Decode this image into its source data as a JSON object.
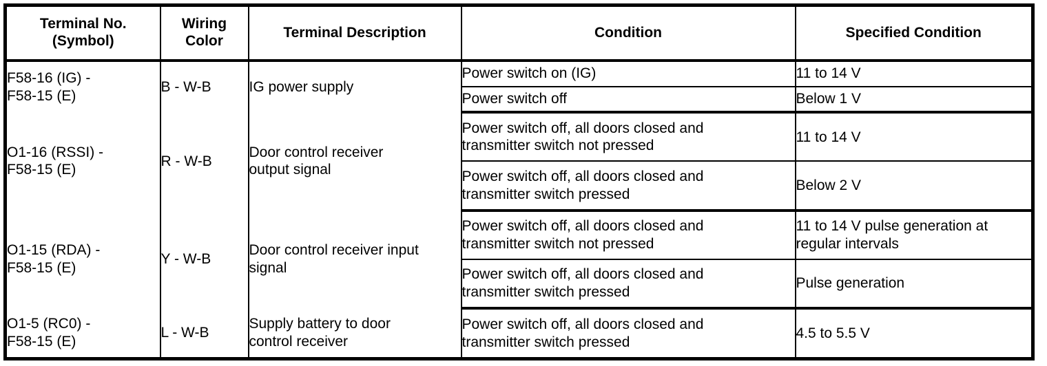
{
  "table": {
    "headers": [
      {
        "id": "terminal-no",
        "line1": "Terminal No.",
        "line2": "(Symbol)"
      },
      {
        "id": "wiring-color",
        "line1": "Wiring",
        "line2": "Color"
      },
      {
        "id": "terminal-description",
        "line1": "Terminal Description",
        "line2": ""
      },
      {
        "id": "condition",
        "line1": "Condition",
        "line2": ""
      },
      {
        "id": "specified-condition",
        "line1": "Specified Condition",
        "line2": ""
      }
    ],
    "groups": [
      {
        "terminal_line1": "F58-16 (IG) -",
        "terminal_line2": "F58-15 (E)",
        "wiring_color": "B - W-B",
        "description_line1": "IG power supply",
        "description_line2": "",
        "rows": [
          {
            "condition_line1": "Power switch on (IG)",
            "condition_line2": "",
            "specified_line1": "11 to 14 V",
            "specified_line2": ""
          },
          {
            "condition_line1": "Power switch off",
            "condition_line2": "",
            "specified_line1": "Below 1 V",
            "specified_line2": ""
          }
        ]
      },
      {
        "terminal_line1": "O1-16 (RSSI) -",
        "terminal_line2": "F58-15 (E)",
        "wiring_color": "R - W-B",
        "description_line1": "Door control receiver",
        "description_line2": "output signal",
        "rows": [
          {
            "condition_line1": "Power switch off, all doors closed and",
            "condition_line2": "transmitter switch not pressed",
            "specified_line1": "11 to 14 V",
            "specified_line2": ""
          },
          {
            "condition_line1": "Power switch off, all doors closed and",
            "condition_line2": "transmitter switch pressed",
            "specified_line1": "Below 2 V",
            "specified_line2": ""
          }
        ]
      },
      {
        "terminal_line1": "O1-15 (RDA) -",
        "terminal_line2": "F58-15 (E)",
        "wiring_color": "Y - W-B",
        "description_line1": "Door control receiver input",
        "description_line2": "signal",
        "rows": [
          {
            "condition_line1": "Power switch off, all doors closed and",
            "condition_line2": "transmitter switch not pressed",
            "specified_line1": "11 to 14 V pulse generation at",
            "specified_line2": "regular intervals"
          },
          {
            "condition_line1": "Power switch off, all doors closed and",
            "condition_line2": "transmitter switch pressed",
            "specified_line1": "Pulse generation",
            "specified_line2": ""
          }
        ]
      },
      {
        "terminal_line1": "O1-5 (RC0) -",
        "terminal_line2": "F58-15 (E)",
        "wiring_color": "L - W-B",
        "description_line1": "Supply battery to door",
        "description_line2": "control receiver",
        "rows": [
          {
            "condition_line1": "Power switch off, all doors closed and",
            "condition_line2": "transmitter switch pressed",
            "specified_line1": "4.5 to 5.5 V",
            "specified_line2": ""
          }
        ]
      }
    ]
  },
  "colors": {
    "rule": "#000000",
    "background": "#ffffff",
    "text": "#000000"
  }
}
